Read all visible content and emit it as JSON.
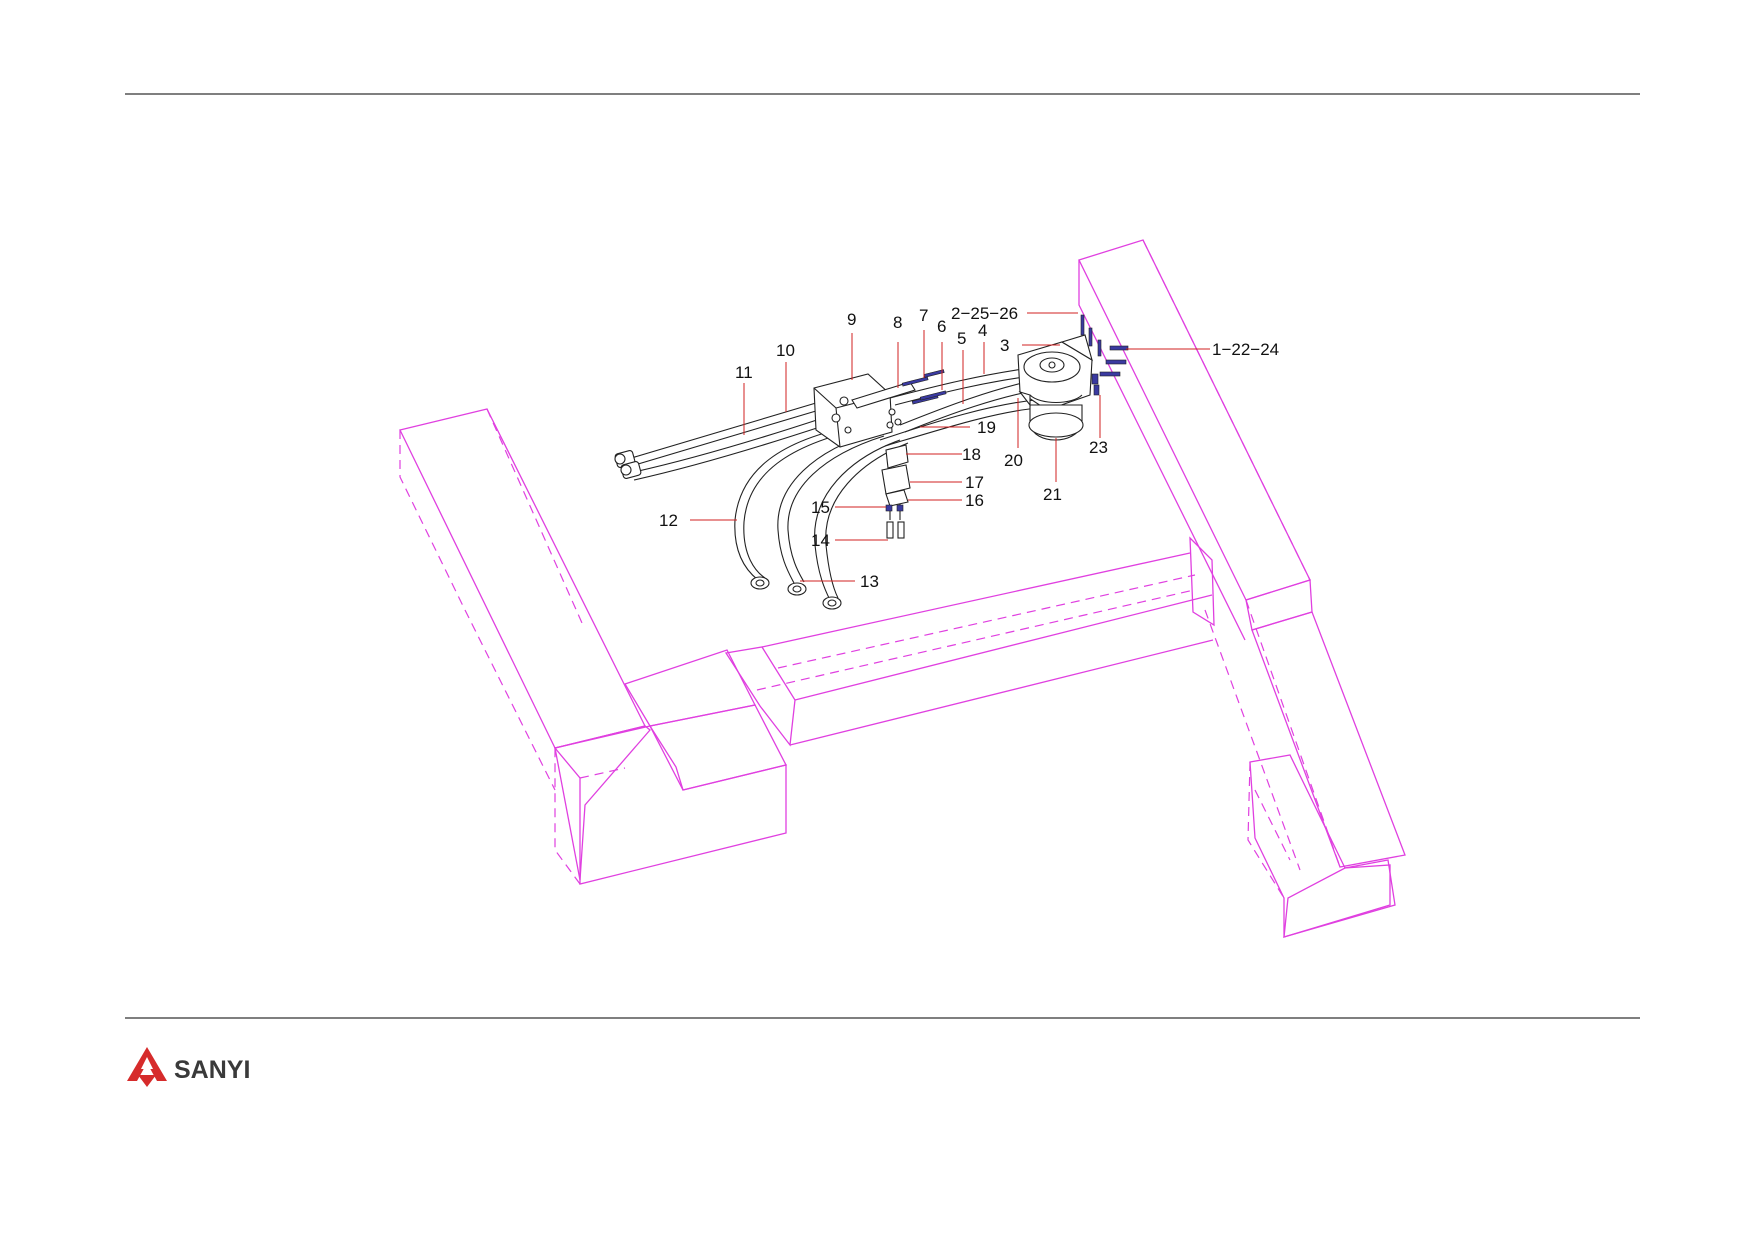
{
  "brand": {
    "name": "SANYI",
    "logo_color": "#d62b2b",
    "text_color": "#3a3a3a"
  },
  "colors": {
    "frame": "#e040e0",
    "leader": "#d02020",
    "part_outline": "#222222"
  },
  "callouts": [
    {
      "id": "c11",
      "label": "11"
    },
    {
      "id": "c10",
      "label": "10"
    },
    {
      "id": "c9",
      "label": "9"
    },
    {
      "id": "c8",
      "label": "8"
    },
    {
      "id": "c7",
      "label": "7"
    },
    {
      "id": "c6",
      "label": "6"
    },
    {
      "id": "c5",
      "label": "5"
    },
    {
      "id": "c4",
      "label": "4"
    },
    {
      "id": "c2-25-26",
      "label": "2−25−26"
    },
    {
      "id": "c3",
      "label": "3"
    },
    {
      "id": "c1-22-24",
      "label": "1−22−24"
    },
    {
      "id": "c23",
      "label": "23"
    },
    {
      "id": "c19",
      "label": "19"
    },
    {
      "id": "c20",
      "label": "20"
    },
    {
      "id": "c21",
      "label": "21"
    },
    {
      "id": "c18",
      "label": "18"
    },
    {
      "id": "c17",
      "label": "17"
    },
    {
      "id": "c16",
      "label": "16"
    },
    {
      "id": "c15",
      "label": "15"
    },
    {
      "id": "c14",
      "label": "14"
    },
    {
      "id": "c12",
      "label": "12"
    },
    {
      "id": "c13",
      "label": "13"
    }
  ]
}
